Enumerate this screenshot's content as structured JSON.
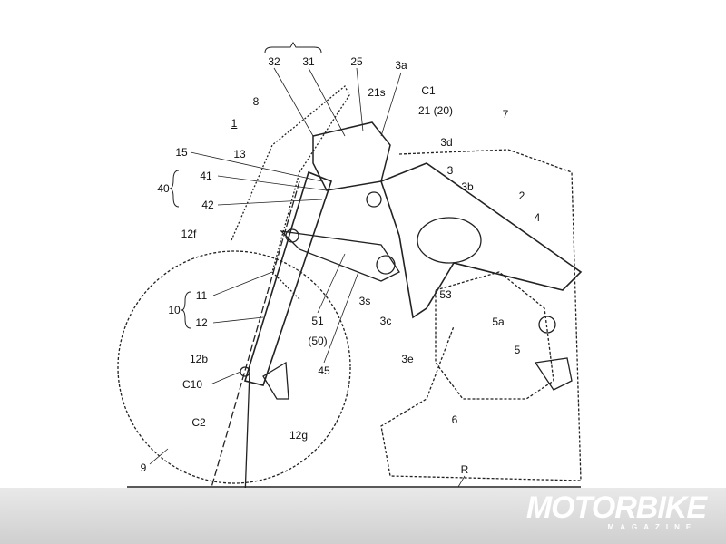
{
  "labels": [
    "32",
    "31",
    "25",
    "3a",
    "C1",
    "21s",
    "21 (20)",
    "7",
    "8",
    "3d",
    "1",
    "15",
    "13",
    "3",
    "41",
    "40",
    "3b",
    "2",
    "4",
    "42",
    "12f",
    "53",
    "11",
    "10",
    "3s",
    "3c",
    "12",
    "51",
    "(50)",
    "5a",
    "5",
    "45",
    "3e",
    "12b",
    "C10",
    "6",
    "12g",
    "C2",
    "9",
    "R"
  ],
  "watermark": {
    "brand": "MOTORBIKE",
    "sub": "MAGAZINE"
  }
}
